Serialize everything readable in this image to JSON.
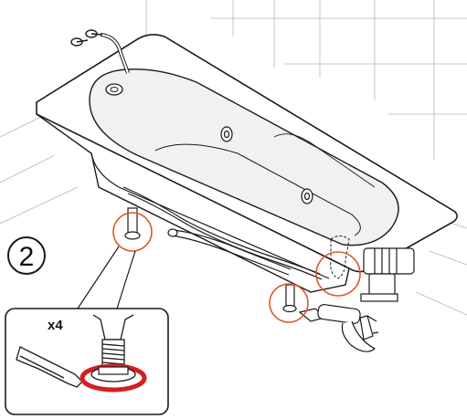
{
  "step": {
    "number": "2"
  },
  "detail": {
    "quantity": "x4"
  },
  "colors": {
    "line": "#1a1a1a",
    "wall_line": "#b8b8b8",
    "highlight": "#e0532e",
    "sealant": "#d42020",
    "panel_bg": "#ffffff",
    "tub_shade": "#f1f1f1"
  },
  "icons": {
    "bathtub": "bathtub-illustration",
    "faucet": "faucet-icon",
    "caulk_gun": "caulk-gun-icon",
    "foot": "adjustable-foot-icon"
  }
}
